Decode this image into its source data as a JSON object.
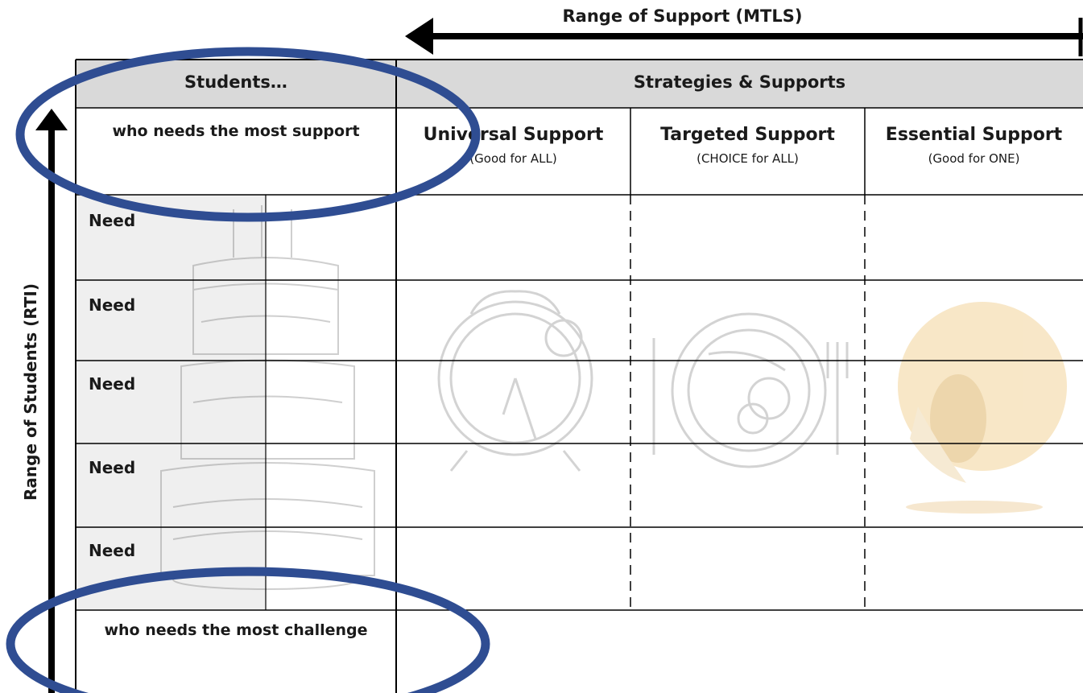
{
  "top_arrow_label": "Range of Support (MTLS)",
  "side_arrow_label": "Range of Students (RTI)",
  "header": {
    "students": "Students…",
    "strategies": "Strategies & Supports"
  },
  "rows": {
    "most_support": "who needs the most support",
    "most_challenge": "who needs the most challenge",
    "needs": [
      "Need",
      "Need",
      "Need",
      "Need",
      "Need"
    ]
  },
  "columns": [
    {
      "title": "Universal Support",
      "subtitle": "(Good for ALL)"
    },
    {
      "title": "Targeted Support",
      "subtitle": "(CHOICE for ALL)"
    },
    {
      "title": "Essential Support",
      "subtitle": "(Good for ONE)"
    }
  ],
  "illustrations": [
    "cake-icon",
    "alarm-clock-icon",
    "breakfast-plate-icon",
    "yawning-emoji-icon"
  ],
  "colors": {
    "header_fill": "#d9d9d9",
    "student_shade": "#efefef",
    "highlight_ellipse": "#2f4d92",
    "arrow": "#000000",
    "emoji": "#f0c878"
  }
}
